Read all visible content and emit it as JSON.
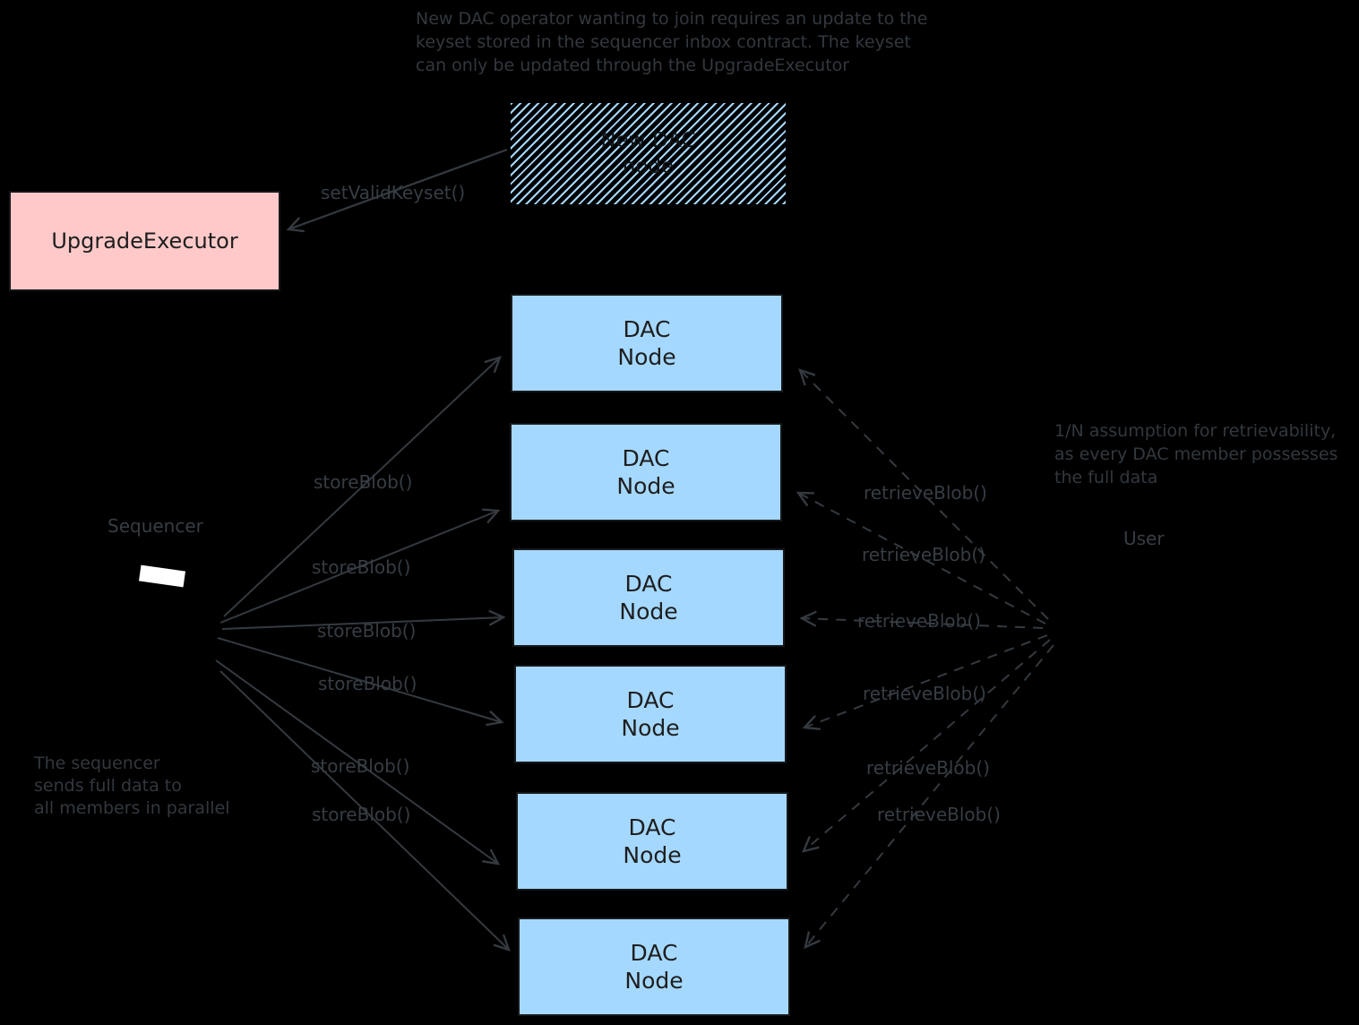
{
  "diagram": {
    "notes": {
      "top": "New DAC operator wanting to join requires an update to the\nkeyset stored in the sequencer inbox contract. The keyset\ncan only be updated through the UpgradeExecutor",
      "bottom_left": "The sequencer\nsends full data to\nall members in parallel",
      "right": "1/N assumption for retrievability,\nas every DAC member possesses\nthe full data"
    },
    "actors": {
      "sequencer": "Sequencer",
      "user": "User"
    },
    "boxes": {
      "upgrade_executor": "UpgradeExecutor",
      "new_dac_node": "New DAC\nnode",
      "dac_nodes": [
        "DAC\nNode",
        "DAC\nNode",
        "DAC\nNode",
        "DAC\nNode",
        "DAC\nNode",
        "DAC\nNode"
      ]
    },
    "edge_labels": {
      "set_valid_keyset": "setValidKeyset()",
      "store_blob": [
        "storeBlob()",
        "storeBlob()",
        "storeBlob()",
        "storeBlob()",
        "storeBlob()",
        "storeBlob()"
      ],
      "retrieve_blob": [
        "retrieveBlob()",
        "retrieveBlob()",
        "retrieveBlob()",
        "retrieveBlob()",
        "retrieveBlob()",
        "retrieveBlob()"
      ]
    },
    "colors": {
      "background": "#000000",
      "dac_node_fill": "#a5d8ff",
      "upgrade_executor_fill": "#ffc9c9",
      "box_stroke": "#1e1e1e",
      "arrow": "#343a40",
      "label_text": "#363d44",
      "box_text": "#1e1e1e",
      "sequencer_screen": "#ffffff"
    }
  }
}
